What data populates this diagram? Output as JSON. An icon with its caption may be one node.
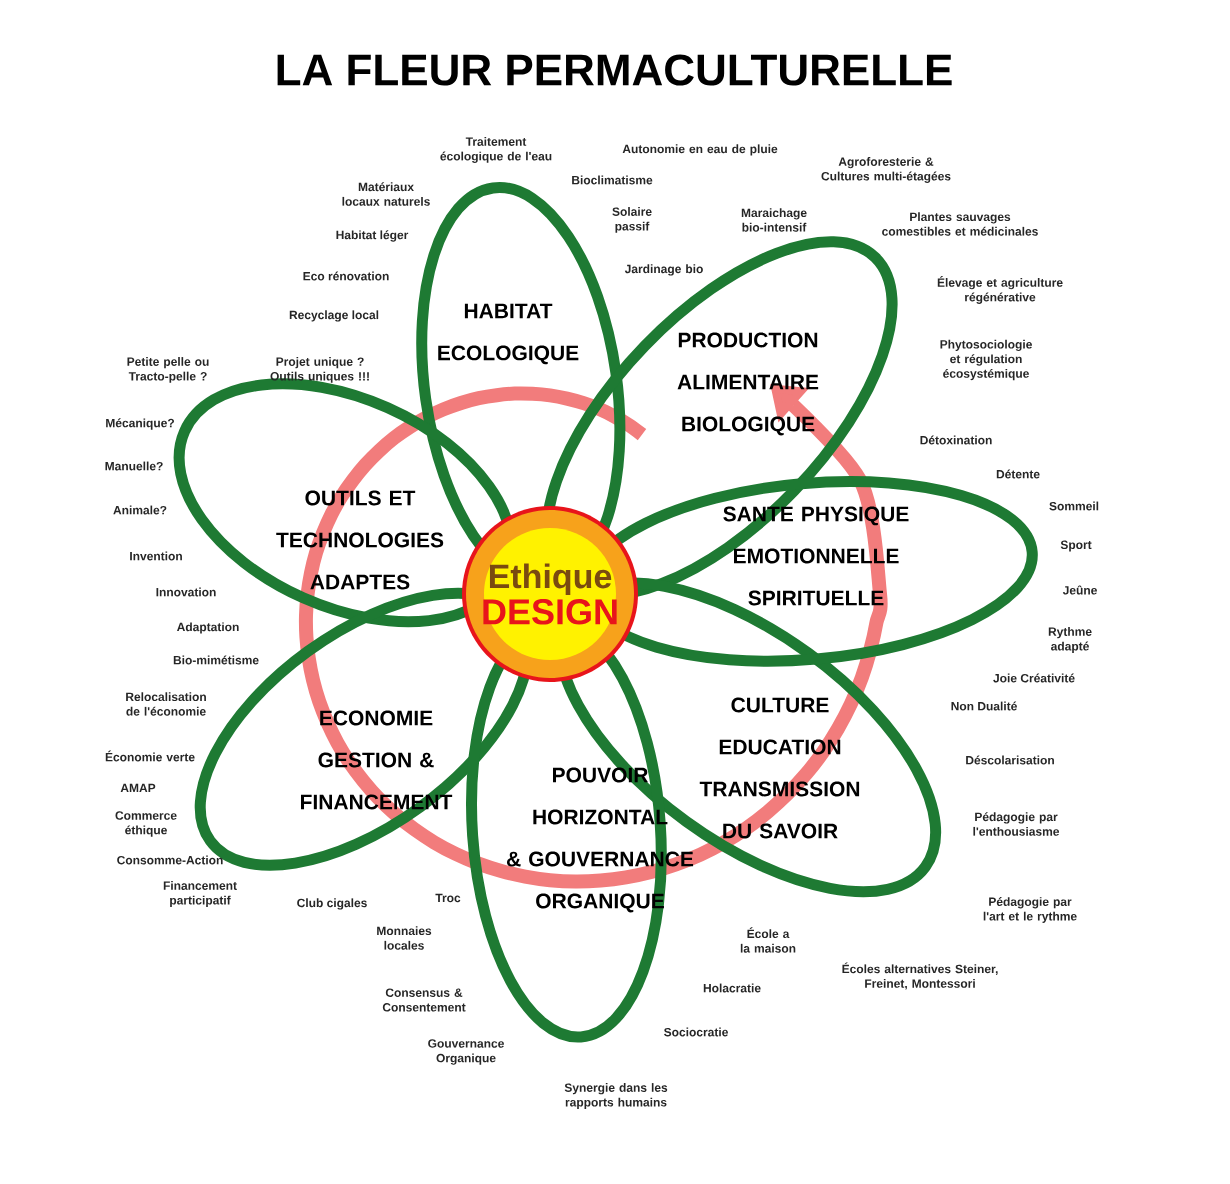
{
  "diagram": {
    "title": "LA FLEUR PERMACULTURELLE",
    "nodes": [
      {
        "text": [
          "Ethique",
          "DESIGN"
        ]
      },
      {
        "text": [
          "HABITAT ECOLOGIQUE"
        ]
      },
      {
        "text": [
          "PRODUCTION ALIMENTAIRE BIOLOGIQUE"
        ]
      },
      {
        "text": [
          "SANTE PHYSIQUE EMOTIONNELLE SPIRITUELLE"
        ]
      },
      {
        "text": [
          "CULTURE EDUCATION TRANSMISSION DU SAVOIR"
        ]
      },
      {
        "text": [
          "POUVOIR HORIZONTAL & GOUVERNANCE ORGANIQUE"
        ]
      },
      {
        "text": [
          "ECONOMIE GESTION & FINANCEMENT"
        ]
      },
      {
        "text": [
          "OUTILS ET TECHNOLOGIES ADAPTES"
        ]
      }
    ],
    "labels": [
      "Traitement écologique de l'eau",
      "Autonomie en eau de pluie",
      "Agroforesterie & Cultures multi-étagées",
      "Matériaux locaux naturels",
      "Bioclimatisme",
      "Solaire passif",
      "Maraichage bio-intensif",
      "Plantes sauvages comestibles et médicinales",
      "Habitat léger",
      "Jardinage bio",
      "Élevage et agriculture régénérative",
      "Eco rénovation",
      "Recyclage local",
      "Phytosociologie et régulation écosystémique",
      "Petite pelle ou Tracto-pelle ?",
      "Projet unique ? Outils uniques !!!",
      "Mécanique?",
      "Détoxination",
      "Détente",
      "Manuelle?",
      "Sommeil",
      "Animale?",
      "Sport",
      "Invention",
      "Innovation",
      "Jeûne",
      "Adaptation",
      "Rythme adapté",
      "Bio-mimétisme",
      "Joie Créativité",
      "Relocalisation de l'économie",
      "Non Dualité",
      "Économie verte",
      "Déscolarisation",
      "AMAP",
      "Commerce éthique",
      "Pédagogie par l'enthousiasme",
      "Consomme-Action",
      "Financement participatif",
      "Club cigales",
      "Troc",
      "Pédagogie par l'art et le rythme",
      "Monnaies locales",
      "École a la maison",
      "Écoles alternatives Steiner, Freinet, Montessori",
      "Holacratie",
      "Consensus & Consentement",
      "Sociocratie",
      "Gouvernance Organique",
      "Synergie dans les rapports humains"
    ]
  }
}
